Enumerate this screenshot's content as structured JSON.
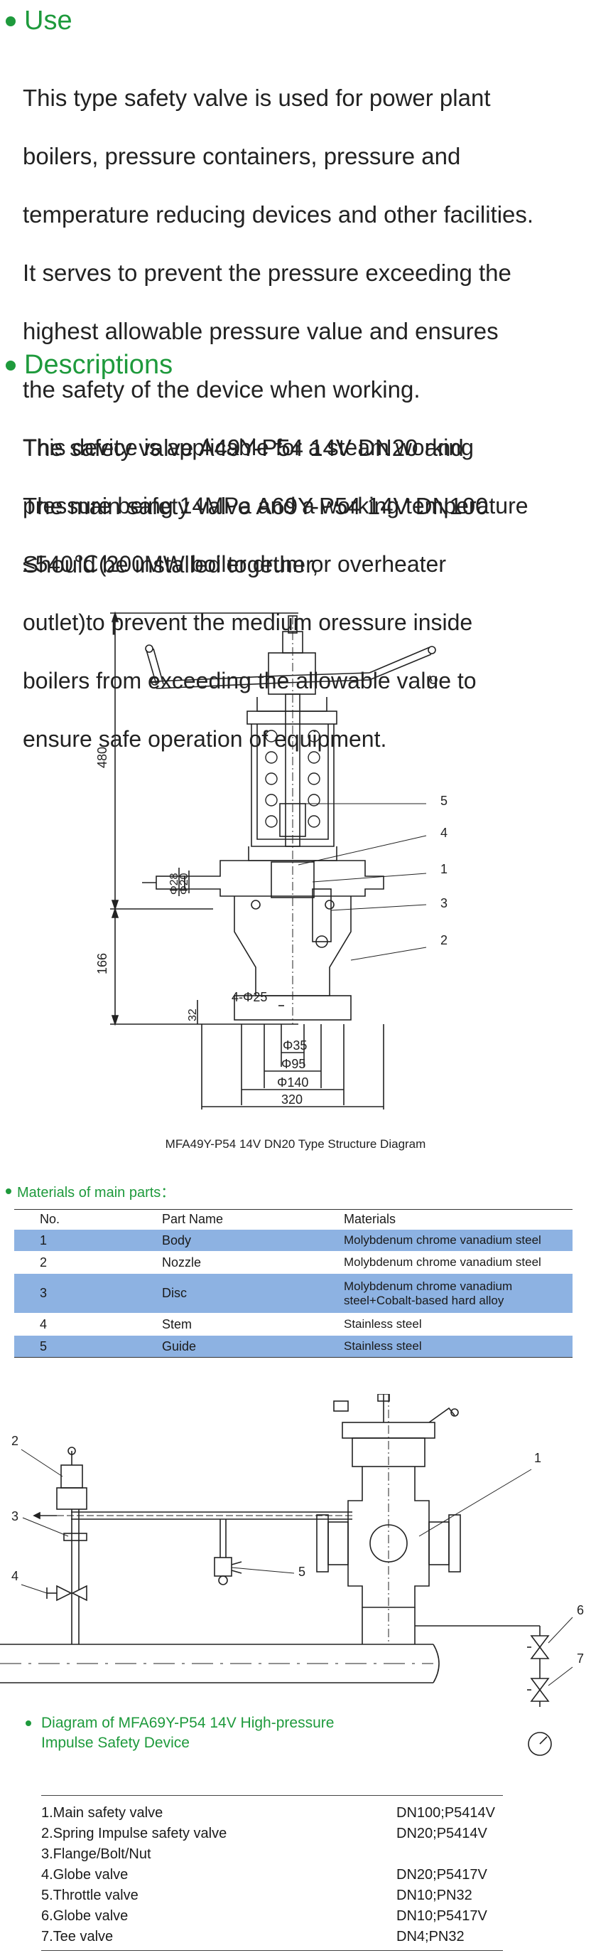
{
  "use": {
    "heading": "Use",
    "lines": [
      "This type safety valve is used for power plant",
      "boilers, pressure containers, pressure and",
      "temperature reducing devices and other facilities.",
      "It serves to prevent the pressure exceeding the",
      "highest allowable pressure value and ensures",
      "the safety of the device when working.",
      "The safety valve A49Y-P54 14V DN20 and",
      "The main safety valve A69Y-P54 14V DN100",
      "Should be installed together,"
    ]
  },
  "descriptions": {
    "heading": "Descriptions",
    "lines": [
      "This device is applicable for a steam working",
      "pressure being 14MPa and a working temperature",
      "≤540℃(200MW boiler drum or overheater",
      "outlet)to prevent the medium oressure inside",
      "boilers from exceeding the allowable value to",
      "ensure safe operation of equipment."
    ]
  },
  "structure_diagram": {
    "caption": "MFA49Y-P54 14V DN20 Type Structure Diagram",
    "dimensions": {
      "height_total": "480",
      "height_lower": "166",
      "flange_height": "32",
      "phi28": "Φ28",
      "phi20": "Φ20",
      "holes": "4-Φ25",
      "phi35": "Φ35",
      "phi95": "Φ95",
      "phi140": "Φ140",
      "width": "320"
    },
    "callouts": [
      "5",
      "4",
      "1",
      "3",
      "2"
    ]
  },
  "materials": {
    "title": "Materials of main parts：",
    "headers": [
      "No.",
      "Part Name",
      "Materials"
    ],
    "rows": [
      {
        "no": "1",
        "part": "Body",
        "material": "Molybdenum chrome vanadium steel",
        "material2": ""
      },
      {
        "no": "2",
        "part": "Nozzle",
        "material": "Molybdenum chrome vanadium steel",
        "material2": ""
      },
      {
        "no": "3",
        "part": "Disc",
        "material": "Molybdenum chrome vanadium",
        "material2": "steel+Cobalt-based hard alloy"
      },
      {
        "no": "4",
        "part": "Stem",
        "material": "Stainless steel",
        "material2": ""
      },
      {
        "no": "5",
        "part": "Guide",
        "material": "Stainless steel",
        "material2": ""
      }
    ],
    "highlight_color": "#8db2e2"
  },
  "impulse_diagram": {
    "caption_line1": "Diagram of MFA69Y-P54 14V High-pressure",
    "caption_line2": "Impulse Safety Device",
    "callouts": [
      "1",
      "2",
      "3",
      "4",
      "5",
      "6",
      "7"
    ]
  },
  "legend": [
    {
      "item": "1.Main safety valve",
      "spec": "DN100;P5414V"
    },
    {
      "item": "2.Spring Impulse safety valve",
      "spec": "DN20;P5414V"
    },
    {
      "item": "3.Flange/Bolt/Nut",
      "spec": ""
    },
    {
      "item": "4.Globe valve",
      "spec": "DN20;P5417V"
    },
    {
      "item": "5.Throttle valve",
      "spec": "DN10;PN32"
    },
    {
      "item": "6.Globe valve",
      "spec": "DN10;P5417V"
    },
    {
      "item": "7.Tee valve",
      "spec": "DN4;PN32"
    }
  ],
  "colors": {
    "accent": "#1e9a3c",
    "table_highlight": "#8db2e2"
  }
}
